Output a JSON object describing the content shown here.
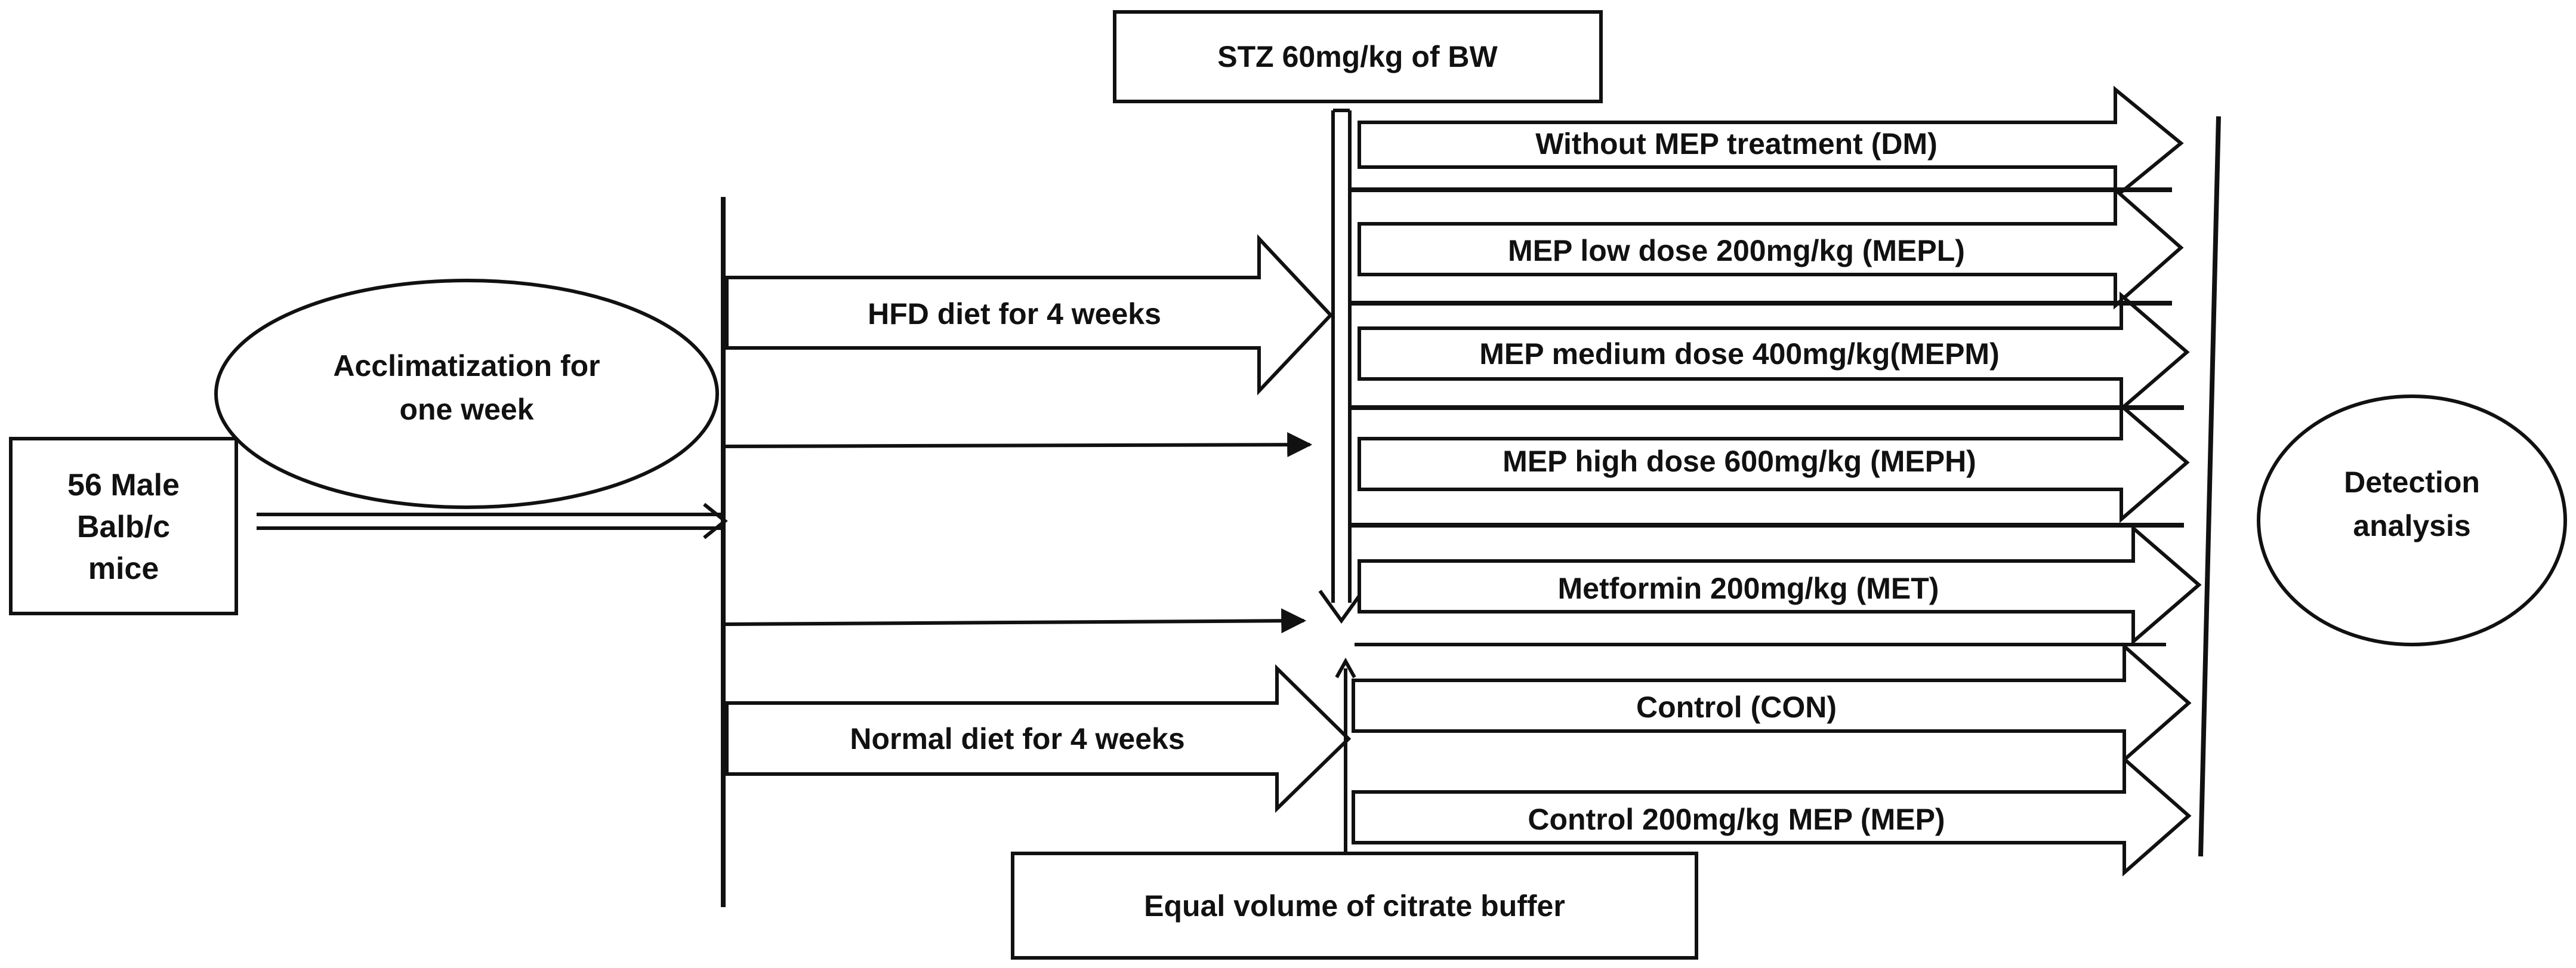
{
  "nodes": {
    "start": [
      "56 Male",
      "Balb/c",
      "mice"
    ],
    "acclimatization": [
      "Acclimatization for",
      "one week"
    ],
    "stz": "STZ 60mg/kg  of BW",
    "citrate": "Equal volume of citrate buffer",
    "detection": [
      "Detection",
      "analysis"
    ]
  },
  "diets": {
    "hfd": "HFD diet  for  4 weeks",
    "normal": "Normal  diet  for 4 weeks"
  },
  "groups": [
    "Without MEP treatment (DM)",
    "MEP low dose 200mg/kg (MEPL)",
    "MEP medium dose 400mg/kg(MEPM)",
    "MEP high dose 600mg/kg (MEPH)",
    "Metformin 200mg/kg (MET)",
    "Control  (CON)",
    "Control 200mg/kg MEP (MEP)"
  ]
}
